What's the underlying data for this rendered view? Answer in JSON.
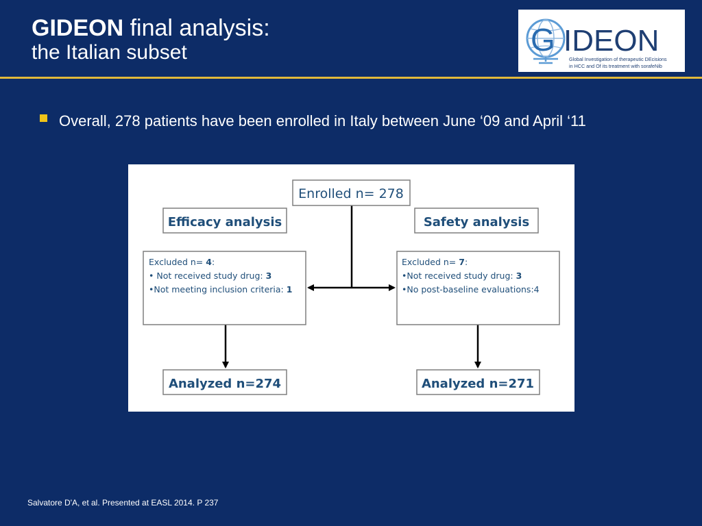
{
  "header": {
    "title_bold": "GIDEON",
    "title_rest": " final analysis:",
    "subtitle": "the Italian subset"
  },
  "logo": {
    "wordmark_g": "G",
    "wordmark_rest": "IDEON",
    "tagline_line1": "Global Investigation of therapeutic DEcisions",
    "tagline_line2": "in HCC and Of its treatment with sorafeNib"
  },
  "bullet": {
    "text": "Overall, 278 patients have been enrolled in Italy between June ‘09 and April ‘11"
  },
  "flow": {
    "enrolled": "Enrolled n= 278",
    "efficacy_title": "Efficacy analysis",
    "safety_title": "Safety analysis",
    "efficacy_excluded": {
      "head": "Excluded n= ",
      "head_count": "4",
      "head_suffix": ":",
      "line1": "• Not received study drug: ",
      "line1_count": "3",
      "line2": "•Not meeting inclusion criteria: ",
      "line2_count": "1"
    },
    "safety_excluded": {
      "head": "Excluded n= ",
      "head_count": "7",
      "head_suffix": ":",
      "line1": "•Not received study drug: ",
      "line1_count": "3",
      "line2": "•No post-baseline evaluations:4"
    },
    "efficacy_analyzed": "Analyzed n=274",
    "safety_analyzed": "Analyzed n=271"
  },
  "footnote": "Salvatore D'A, et al. Presented at EASL 2014. P 237",
  "colors": {
    "background": "#0d2c67",
    "accent_rule": "#e1b93a",
    "bullet_marker": "#f0c419",
    "flow_text": "#1f4e79",
    "logo_blue": "#2a6cb0"
  }
}
